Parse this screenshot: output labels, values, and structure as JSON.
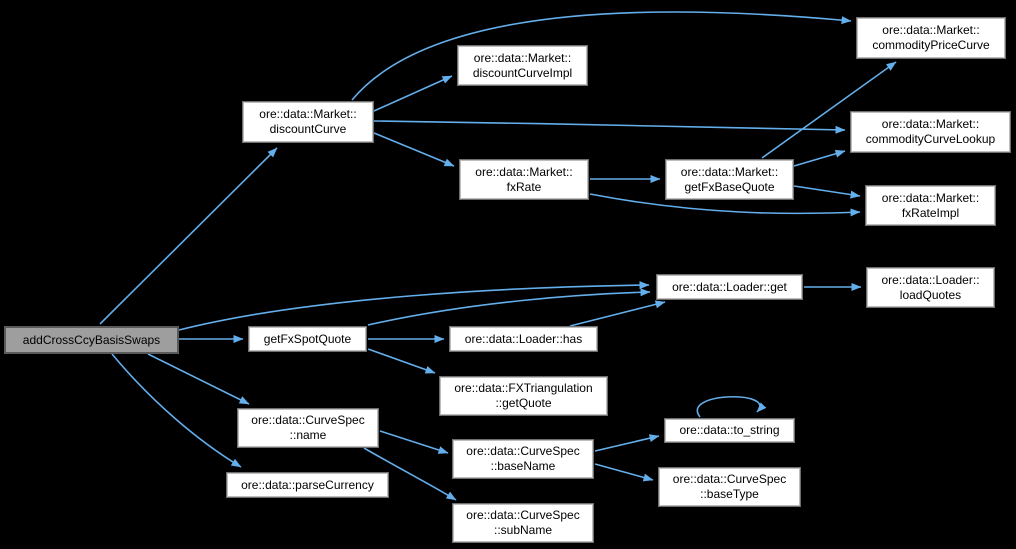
{
  "graph": {
    "type": "call-graph",
    "background_color": "#000000",
    "edge_color": "#63AEEB",
    "node_fill_color": "#ffffff",
    "node_border_color": "#6e6e6e",
    "root_node_fill_color": "#9e9e9e",
    "nodes": [
      {
        "id": "addCrossCcyBasisSwaps",
        "label": "addCrossCcyBasisSwaps",
        "type": "root"
      },
      {
        "id": "Market::discountCurve",
        "label": "ore::data::Market::\ndiscountCurve",
        "type": "function"
      },
      {
        "id": "Market::discountCurveImpl",
        "label": "ore::data::Market::\ndiscountCurveImpl",
        "type": "function"
      },
      {
        "id": "Market::commodityPriceCurve",
        "label": "ore::data::Market::\ncommodityPriceCurve",
        "type": "function"
      },
      {
        "id": "Market::commodityCurveLookup",
        "label": "ore::data::Market::\ncommodityCurveLookup",
        "type": "function"
      },
      {
        "id": "Market::fxRateImpl",
        "label": "ore::data::Market::\nfxRateImpl",
        "type": "function"
      },
      {
        "id": "Market::fxRate",
        "label": "ore::data::Market::\nfxRate",
        "type": "function"
      },
      {
        "id": "Market::getFxBaseQuote",
        "label": "ore::data::Market::\ngetFxBaseQuote",
        "type": "function"
      },
      {
        "id": "Loader::get",
        "label": "ore::data::Loader::get",
        "type": "function"
      },
      {
        "id": "Loader::loadQuotes",
        "label": "ore::data::Loader::\nloadQuotes",
        "type": "function"
      },
      {
        "id": "getFxSpotQuote",
        "label": "getFxSpotQuote",
        "type": "function"
      },
      {
        "id": "Loader::has",
        "label": "ore::data::Loader::has",
        "type": "function"
      },
      {
        "id": "FXTriangulation::getQuote",
        "label": "ore::data::FXTriangulation\n::getQuote",
        "type": "function"
      },
      {
        "id": "CurveSpec::name",
        "label": "ore::data::CurveSpec\n::name",
        "type": "function"
      },
      {
        "id": "parseCurrency",
        "label": "ore::data::parseCurrency",
        "type": "function"
      },
      {
        "id": "CurveSpec::baseName",
        "label": "ore::data::CurveSpec\n::baseName",
        "type": "function"
      },
      {
        "id": "CurveSpec::subName",
        "label": "ore::data::CurveSpec\n::subName",
        "type": "function"
      },
      {
        "id": "to_string",
        "label": "ore::data::to_string",
        "type": "function"
      },
      {
        "id": "CurveSpec::baseType",
        "label": "ore::data::CurveSpec\n::baseType",
        "type": "function"
      }
    ],
    "edges": [
      {
        "from": "addCrossCcyBasisSwaps",
        "to": "Market::discountCurve"
      },
      {
        "from": "addCrossCcyBasisSwaps",
        "to": "Loader::get"
      },
      {
        "from": "addCrossCcyBasisSwaps",
        "to": "getFxSpotQuote"
      },
      {
        "from": "addCrossCcyBasisSwaps",
        "to": "CurveSpec::name"
      },
      {
        "from": "addCrossCcyBasisSwaps",
        "to": "parseCurrency"
      },
      {
        "from": "Market::discountCurve",
        "to": "Market::commodityPriceCurve"
      },
      {
        "from": "Market::discountCurve",
        "to": "Market::discountCurveImpl"
      },
      {
        "from": "Market::discountCurve",
        "to": "Market::commodityCurveLookup"
      },
      {
        "from": "Market::discountCurve",
        "to": "Market::fxRate"
      },
      {
        "from": "Market::fxRate",
        "to": "Market::getFxBaseQuote"
      },
      {
        "from": "Market::fxRate",
        "to": "Market::fxRateImpl"
      },
      {
        "from": "Market::getFxBaseQuote",
        "to": "Market::commodityPriceCurve"
      },
      {
        "from": "Market::getFxBaseQuote",
        "to": "Market::commodityCurveLookup"
      },
      {
        "from": "Market::getFxBaseQuote",
        "to": "Market::fxRateImpl"
      },
      {
        "from": "getFxSpotQuote",
        "to": "Loader::get"
      },
      {
        "from": "getFxSpotQuote",
        "to": "Loader::has"
      },
      {
        "from": "getFxSpotQuote",
        "to": "FXTriangulation::getQuote"
      },
      {
        "from": "Loader::has",
        "to": "Loader::get"
      },
      {
        "from": "Loader::get",
        "to": "Loader::loadQuotes"
      },
      {
        "from": "CurveSpec::name",
        "to": "CurveSpec::baseName"
      },
      {
        "from": "CurveSpec::name",
        "to": "CurveSpec::subName"
      },
      {
        "from": "CurveSpec::baseName",
        "to": "to_string"
      },
      {
        "from": "CurveSpec::baseName",
        "to": "CurveSpec::baseType"
      },
      {
        "from": "to_string",
        "to": "to_string"
      }
    ]
  }
}
